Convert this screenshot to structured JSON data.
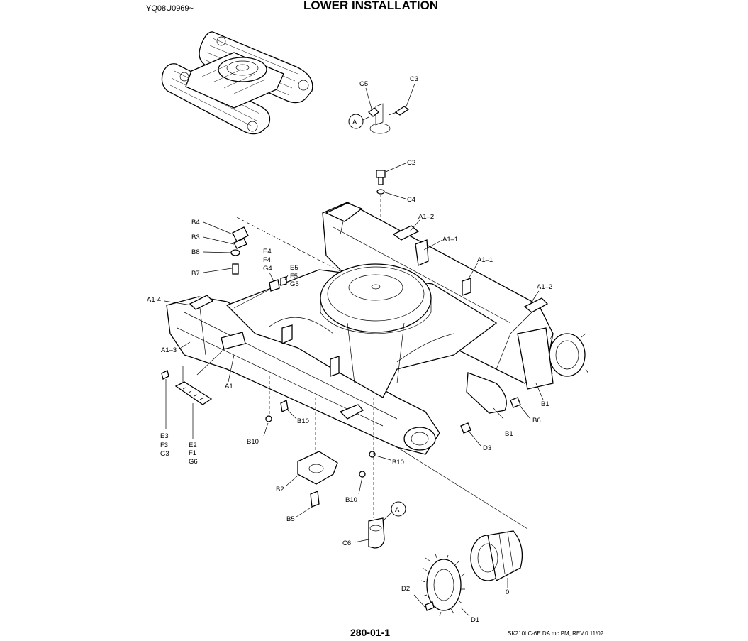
{
  "header": {
    "document_code": "YQ08U0969~",
    "title": "LOWER INSTALLATION"
  },
  "footer": {
    "page_number": "280-01-1",
    "revision": "SK210LC-6E DA mc PM,  REV.0 11/02"
  },
  "callouts": {
    "a_circle_top": "A",
    "a_circle_bottom": "A",
    "c5": "C5",
    "c3": "C3",
    "c2": "C2",
    "c4": "C4",
    "b4": "B4",
    "b3": "B3",
    "b8": "B8",
    "b7": "B7",
    "e4": "E4",
    "f4": "F4",
    "g4": "G4",
    "e5": "E5",
    "f5": "F5",
    "g5": "G5",
    "a1_2_top": "A1–2",
    "a1_1_top": "A1–1",
    "a1_1_mid": "A1–1",
    "a1_2_right": "A1–2",
    "a1_4": "A1-4",
    "a1_3": "A1–3",
    "a1": "A1",
    "b1_right": "B1",
    "b6": "B6",
    "b1_cover": "B1",
    "d3": "D3",
    "b10_a": "B10",
    "b10_b": "B10",
    "b10_c": "B10",
    "b10_d": "B10",
    "e3": "E3",
    "f3": "F3",
    "g3": "G3",
    "e2": "E2",
    "f1": "F1",
    "g6": "G6",
    "b2": "B2",
    "b5": "B5",
    "c6": "C6",
    "d2": "D2",
    "d1": "D1",
    "o": "0"
  }
}
